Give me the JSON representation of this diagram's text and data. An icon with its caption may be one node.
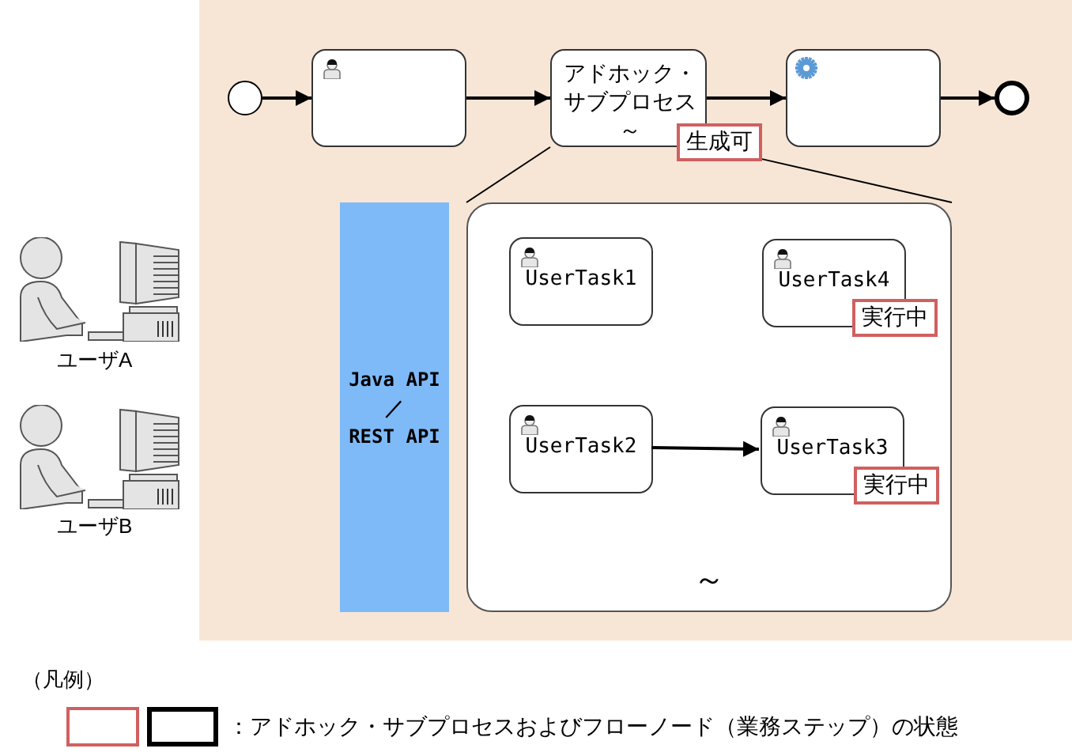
{
  "diagram": {
    "nodes": [
      {
        "text": [],
        "shape": "circle"
      },
      {
        "text": [],
        "shape": "box"
      },
      {
        "text": [
          "アドホック・サブプロセス",
          "～",
          "生成可"
        ]
      },
      {
        "text": [],
        "shape": "box"
      },
      {
        "text": [],
        "shape": "circle"
      },
      {
        "text": [
          "Java API ／ REST API"
        ]
      },
      {
        "text": [
          "～"
        ]
      },
      {
        "text": [
          "UserTask1"
        ],
        "in": 6
      },
      {
        "text": [
          "UserTask4",
          "実行中"
        ],
        "in": 6
      },
      {
        "text": [
          "UserTask2"
        ],
        "in": 6
      },
      {
        "text": [
          "UserTask3",
          "実行中"
        ],
        "in": 6
      }
    ],
    "edges": [
      {
        "from": 0,
        "to": 1,
        "arrow": "to"
      },
      {
        "from": 1,
        "to": 2,
        "arrow": "to"
      },
      {
        "from": 2,
        "to": 3,
        "arrow": "to"
      },
      {
        "from": 3,
        "to": 4,
        "arrow": "to"
      },
      {
        "from": 9,
        "to": 10,
        "arrow": "to"
      },
      {
        "from": 2,
        "to": 6,
        "arrow": "none"
      },
      {
        "from": 2,
        "to": 6,
        "arrow": "none"
      }
    ],
    "labels": [
      "ユーザA",
      "ユーザB",
      "（凡例）"
    ],
    "legend": [
      {
        "text": "：アドホック・サブプロセスおよびフローノード（業務ステップ）の状態"
      }
    ]
  }
}
